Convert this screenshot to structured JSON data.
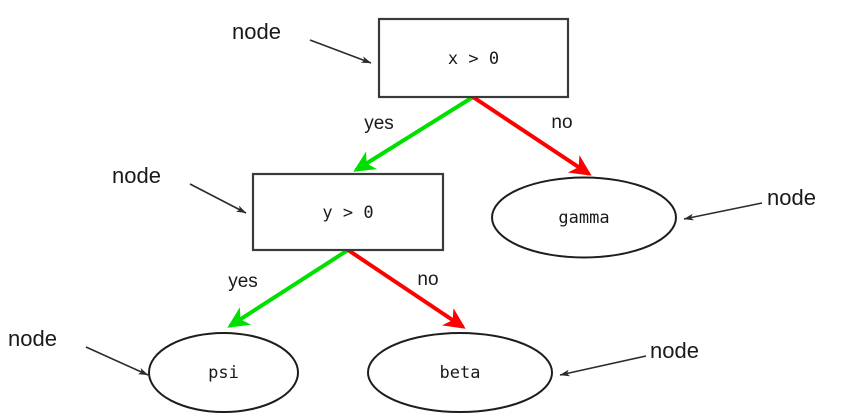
{
  "diagram": {
    "type": "decision-tree",
    "background": "#ffffff",
    "colors": {
      "yes_edge": "#00e000",
      "no_edge": "#fe0000",
      "box_stroke": "#3a3a3a",
      "ellipse_stroke": "#1d1d1d",
      "text": "#1a1a1a",
      "annotation_stroke": "#2b2b2b"
    },
    "nodes": [
      {
        "id": "root",
        "kind": "box",
        "label": "x > 0"
      },
      {
        "id": "second",
        "kind": "box",
        "label": "y > 0"
      },
      {
        "id": "gamma",
        "kind": "ellipse",
        "label": "gamma"
      },
      {
        "id": "psi",
        "kind": "ellipse",
        "label": "psi"
      },
      {
        "id": "beta",
        "kind": "ellipse",
        "label": "beta"
      }
    ],
    "edges": [
      {
        "from": "root",
        "to": "second",
        "label": "yes",
        "color_role": "yes_edge"
      },
      {
        "from": "root",
        "to": "gamma",
        "label": "no",
        "color_role": "no_edge"
      },
      {
        "from": "second",
        "to": "psi",
        "label": "yes",
        "color_role": "yes_edge"
      },
      {
        "from": "second",
        "to": "beta",
        "label": "no",
        "color_role": "no_edge"
      }
    ],
    "annotations": [
      {
        "id": "ann-root",
        "text": "node",
        "target": "root"
      },
      {
        "id": "ann-second",
        "text": "node",
        "target": "second"
      },
      {
        "id": "ann-gamma",
        "text": "node",
        "target": "gamma"
      },
      {
        "id": "ann-psi",
        "text": "node",
        "target": "psi"
      },
      {
        "id": "ann-beta",
        "text": "node",
        "target": "beta"
      }
    ]
  }
}
